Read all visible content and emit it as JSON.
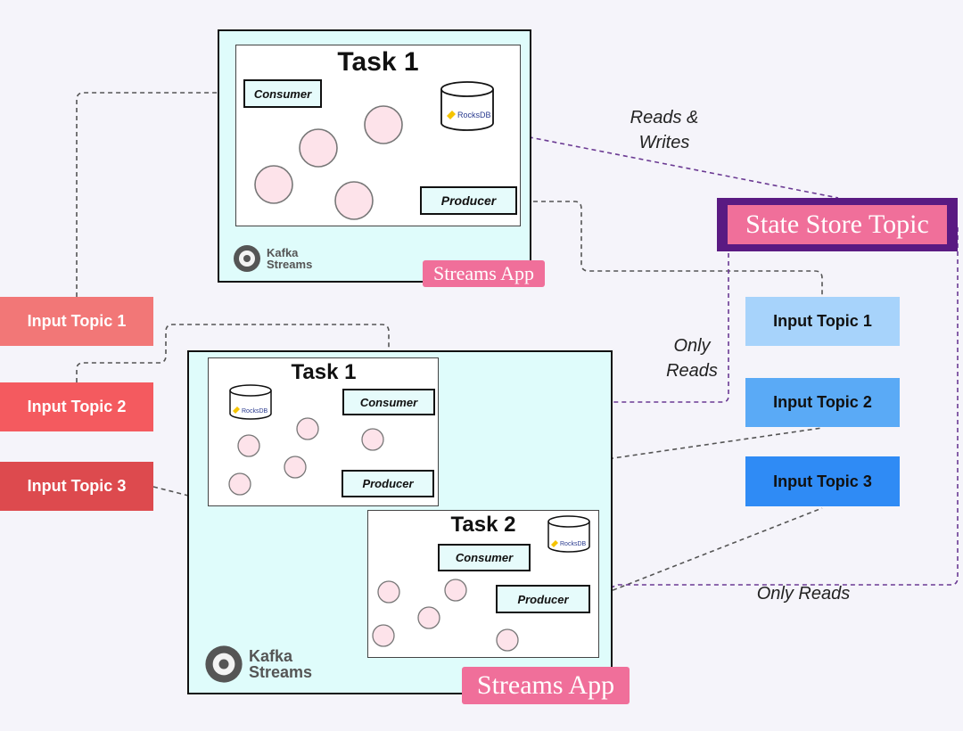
{
  "diagram": {
    "top_app": {
      "label": "Streams App",
      "logo_text_1": "Kafka",
      "logo_text_2": "Streams",
      "task": {
        "title": "Task 1",
        "consumer": "Consumer",
        "producer": "Producer",
        "db_label": "RocksDB"
      }
    },
    "bottom_app": {
      "label": "Streams App",
      "logo_text_1": "Kafka",
      "logo_text_2": "Streams",
      "task1": {
        "title": "Task 1",
        "consumer": "Consumer",
        "producer": "Producer",
        "db_label": "RocksDB"
      },
      "task2": {
        "title": "Task 2",
        "consumer": "Consumer",
        "producer": "Producer",
        "db_label": "RocksDB"
      }
    },
    "input_topics_left": [
      "Input Topic 1",
      "Input Topic 2",
      "Input Topic 3"
    ],
    "input_topics_right": [
      "Input Topic 1",
      "Input Topic 2",
      "Input Topic 3"
    ],
    "state_store_topic": "State Store Topic",
    "edge_labels": {
      "reads_writes_1": "Reads &",
      "reads_writes_2": "Writes",
      "only_reads_a_1": "Only",
      "only_reads_a_2": "Reads",
      "only_reads_b": "Only Reads"
    },
    "colors": {
      "left_topic_1": "#f27777",
      "left_topic_2": "#f45a5f",
      "left_topic_3": "#dd4a4e",
      "right_topic_1": "#a7d3fb",
      "right_topic_2": "#5aaaf6",
      "right_topic_3": "#2f8bf5",
      "state_store_frame": "#5a1a82",
      "label_pink": "#f06f9a",
      "app_fill": "#dffcfb",
      "node_fill": "#fde3ea"
    }
  }
}
